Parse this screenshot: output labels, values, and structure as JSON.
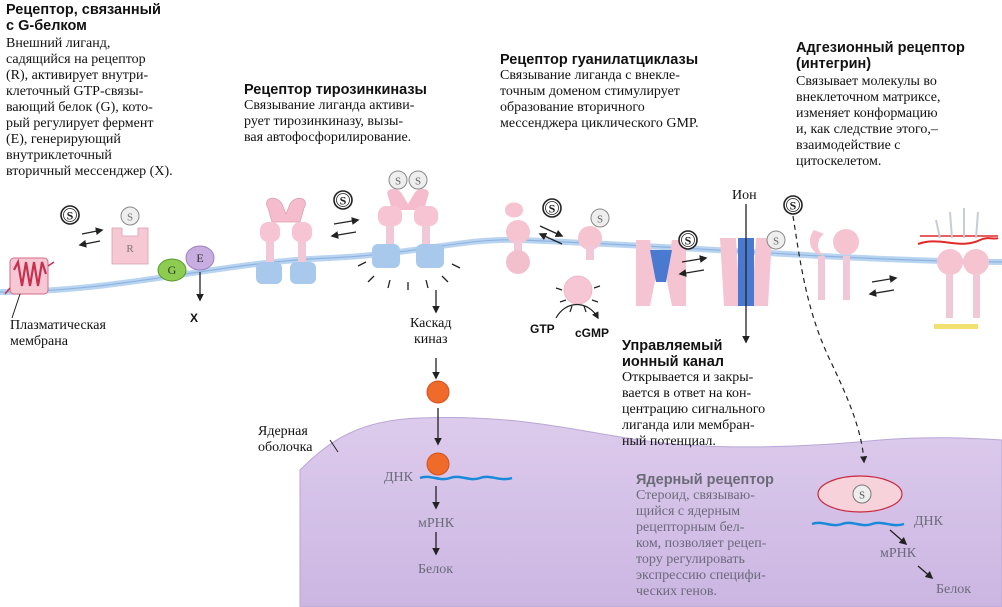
{
  "g_protein": {
    "title": "Рецептор, связанный\nс G-белком",
    "desc": "Внешний лиганд,\nсадящийся на рецептор\n(R), активирует внутри-\nклеточный GTP-связы-\nвающий белок (G), кото-\nрый регулирует фермент\n(E), генерирующий\nвнутриклеточный\nвторичный мессенджер (X).",
    "letter_r": "R",
    "letter_g": "G",
    "letter_e": "E",
    "letter_x": "X"
  },
  "membrane_label": "Плазматическая\nмембрана",
  "tyrosine": {
    "title": "Рецептор тирозинкиназы",
    "desc": "Связывание лиганда активи-\nрует тирозинкиназу, вызы-\nвая автофосфорилирование.",
    "cascade": "Каскад\nкиназ"
  },
  "guanylate": {
    "title": "Рецептор гуанилатциклазы",
    "desc": "Связывание лиганда с внекле-\nточным доменом стимулирует\nобразование вторичного\nмессенджера циклического GMP.",
    "gtp": "GTP",
    "cgmp": "cGMP"
  },
  "adhesion": {
    "title": "Адгезионный рецептор\n(интегрин)",
    "desc": "Связывает молекулы во\nвнеклеточном матриксе,\nизменяет конформацию\nи, как следствие этого,–\nвзаимодействие с\nцитоскелетом."
  },
  "ion_label": "Ион",
  "ion_channel": {
    "title": "Управляемый\nионный канал",
    "desc": "Открывается и закры-\nвается в ответ на кон-\nцентрацию сигнального\nлиганда или мембран-\nный потенциал."
  },
  "nuclear_envelope": "Ядерная\nоболочка",
  "nucleus_left": {
    "dna": "ДНК",
    "mrna": "мРНК",
    "protein": "Белок"
  },
  "nuclear_receptor": {
    "title": "Ядерный рецептор",
    "desc": "Стероид, связываю-\nщийся с ядерным\nрецепторным бел-\nком, позволяет рецеп-\nтору регулировать\nэкспрессию специфи-\nческих генов.",
    "dna": "ДНК",
    "mrna": "мРНК",
    "protein": "Белок"
  },
  "ligand_symbol": "S"
}
